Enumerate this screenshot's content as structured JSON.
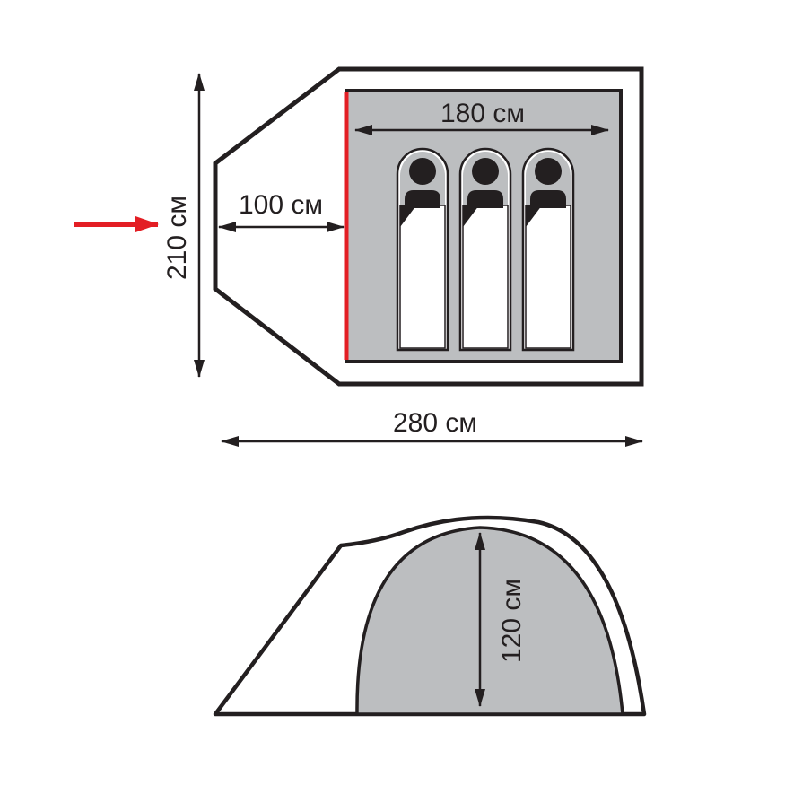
{
  "floor_plan": {
    "overall_height_label": "210 см",
    "overall_width_label": "280 см",
    "vestibule_depth_label": "100 см",
    "inner_width_label": "180 см",
    "sleeping_places": 3,
    "entrance_arrow_icon": "entrance-arrow-icon"
  },
  "side_view": {
    "inner_height_label": "120 см"
  },
  "colors": {
    "outline": "#231f20",
    "inner_tent_fill": "#bcbec0",
    "door_accent": "#e31e24",
    "entrance_arrow": "#e31e24",
    "background": "#ffffff"
  }
}
